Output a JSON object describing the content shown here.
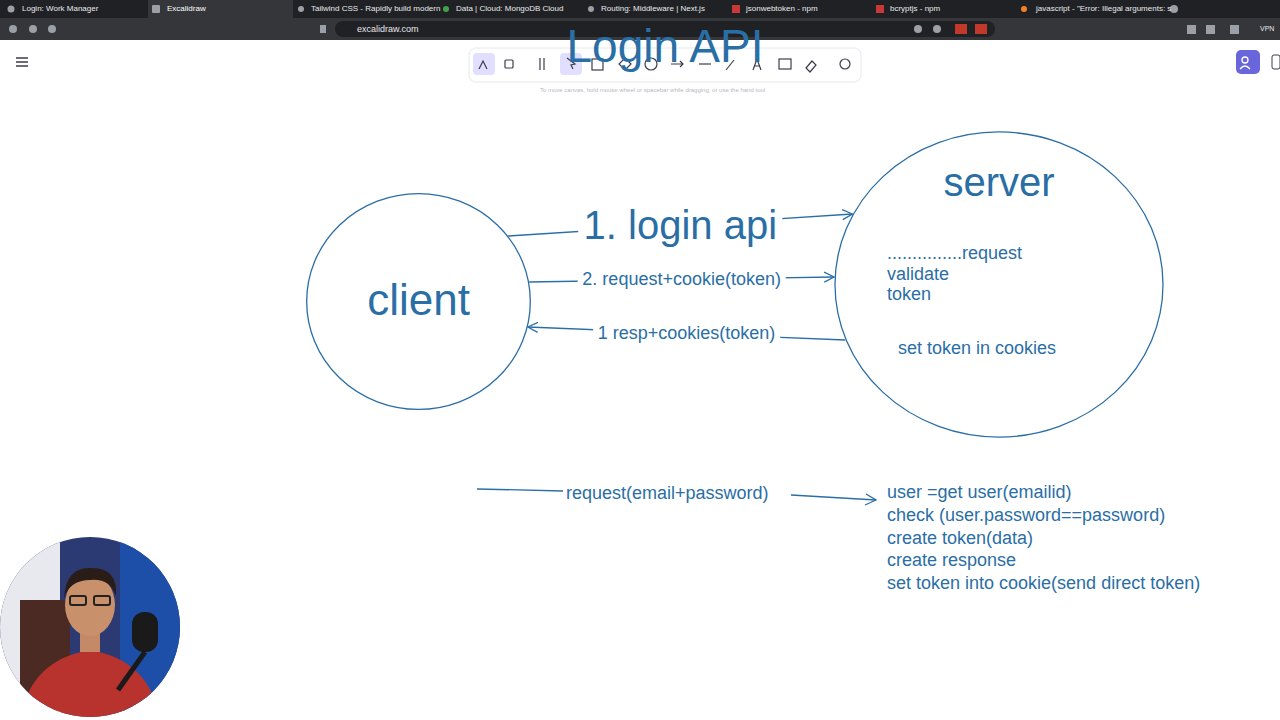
{
  "diagram": {
    "title": "Login API",
    "nodes": [
      {
        "text": [
          "client"
        ]
      },
      {
        "text": [
          "server",
          "...............request validate token",
          "set token in cookies"
        ]
      }
    ],
    "edges": [
      {
        "from": 0,
        "to": 1,
        "label": "1. login api",
        "arrow": "to"
      },
      {
        "from": 0,
        "to": 1,
        "label": "2. request+cookie(token)",
        "arrow": "to"
      },
      {
        "from": 1,
        "to": 0,
        "label": "1 resp+cookies(token)",
        "arrow": "to"
      }
    ],
    "labels": [
      "Login: Work Manager",
      "Excalidraw",
      "Tailwind CSS - Rapidly build modern",
      "Data | Cloud: MongoDB Cloud",
      "Routing: Middleware | Next.js",
      "jsonwebtoken - npm",
      "bcryptjs - npm",
      "javascript - \"Error: Illegal arguments: s",
      "excalidraw.com",
      "VPN",
      "To move canvas, hold mouse wheel or spacebar while dragging, or use the hand tool",
      "request(email+password)",
      "user =get user(emailid)",
      "check (user.password==password)",
      "create token(data)",
      "create response",
      "set token into cookie(send direct token)"
    ]
  }
}
